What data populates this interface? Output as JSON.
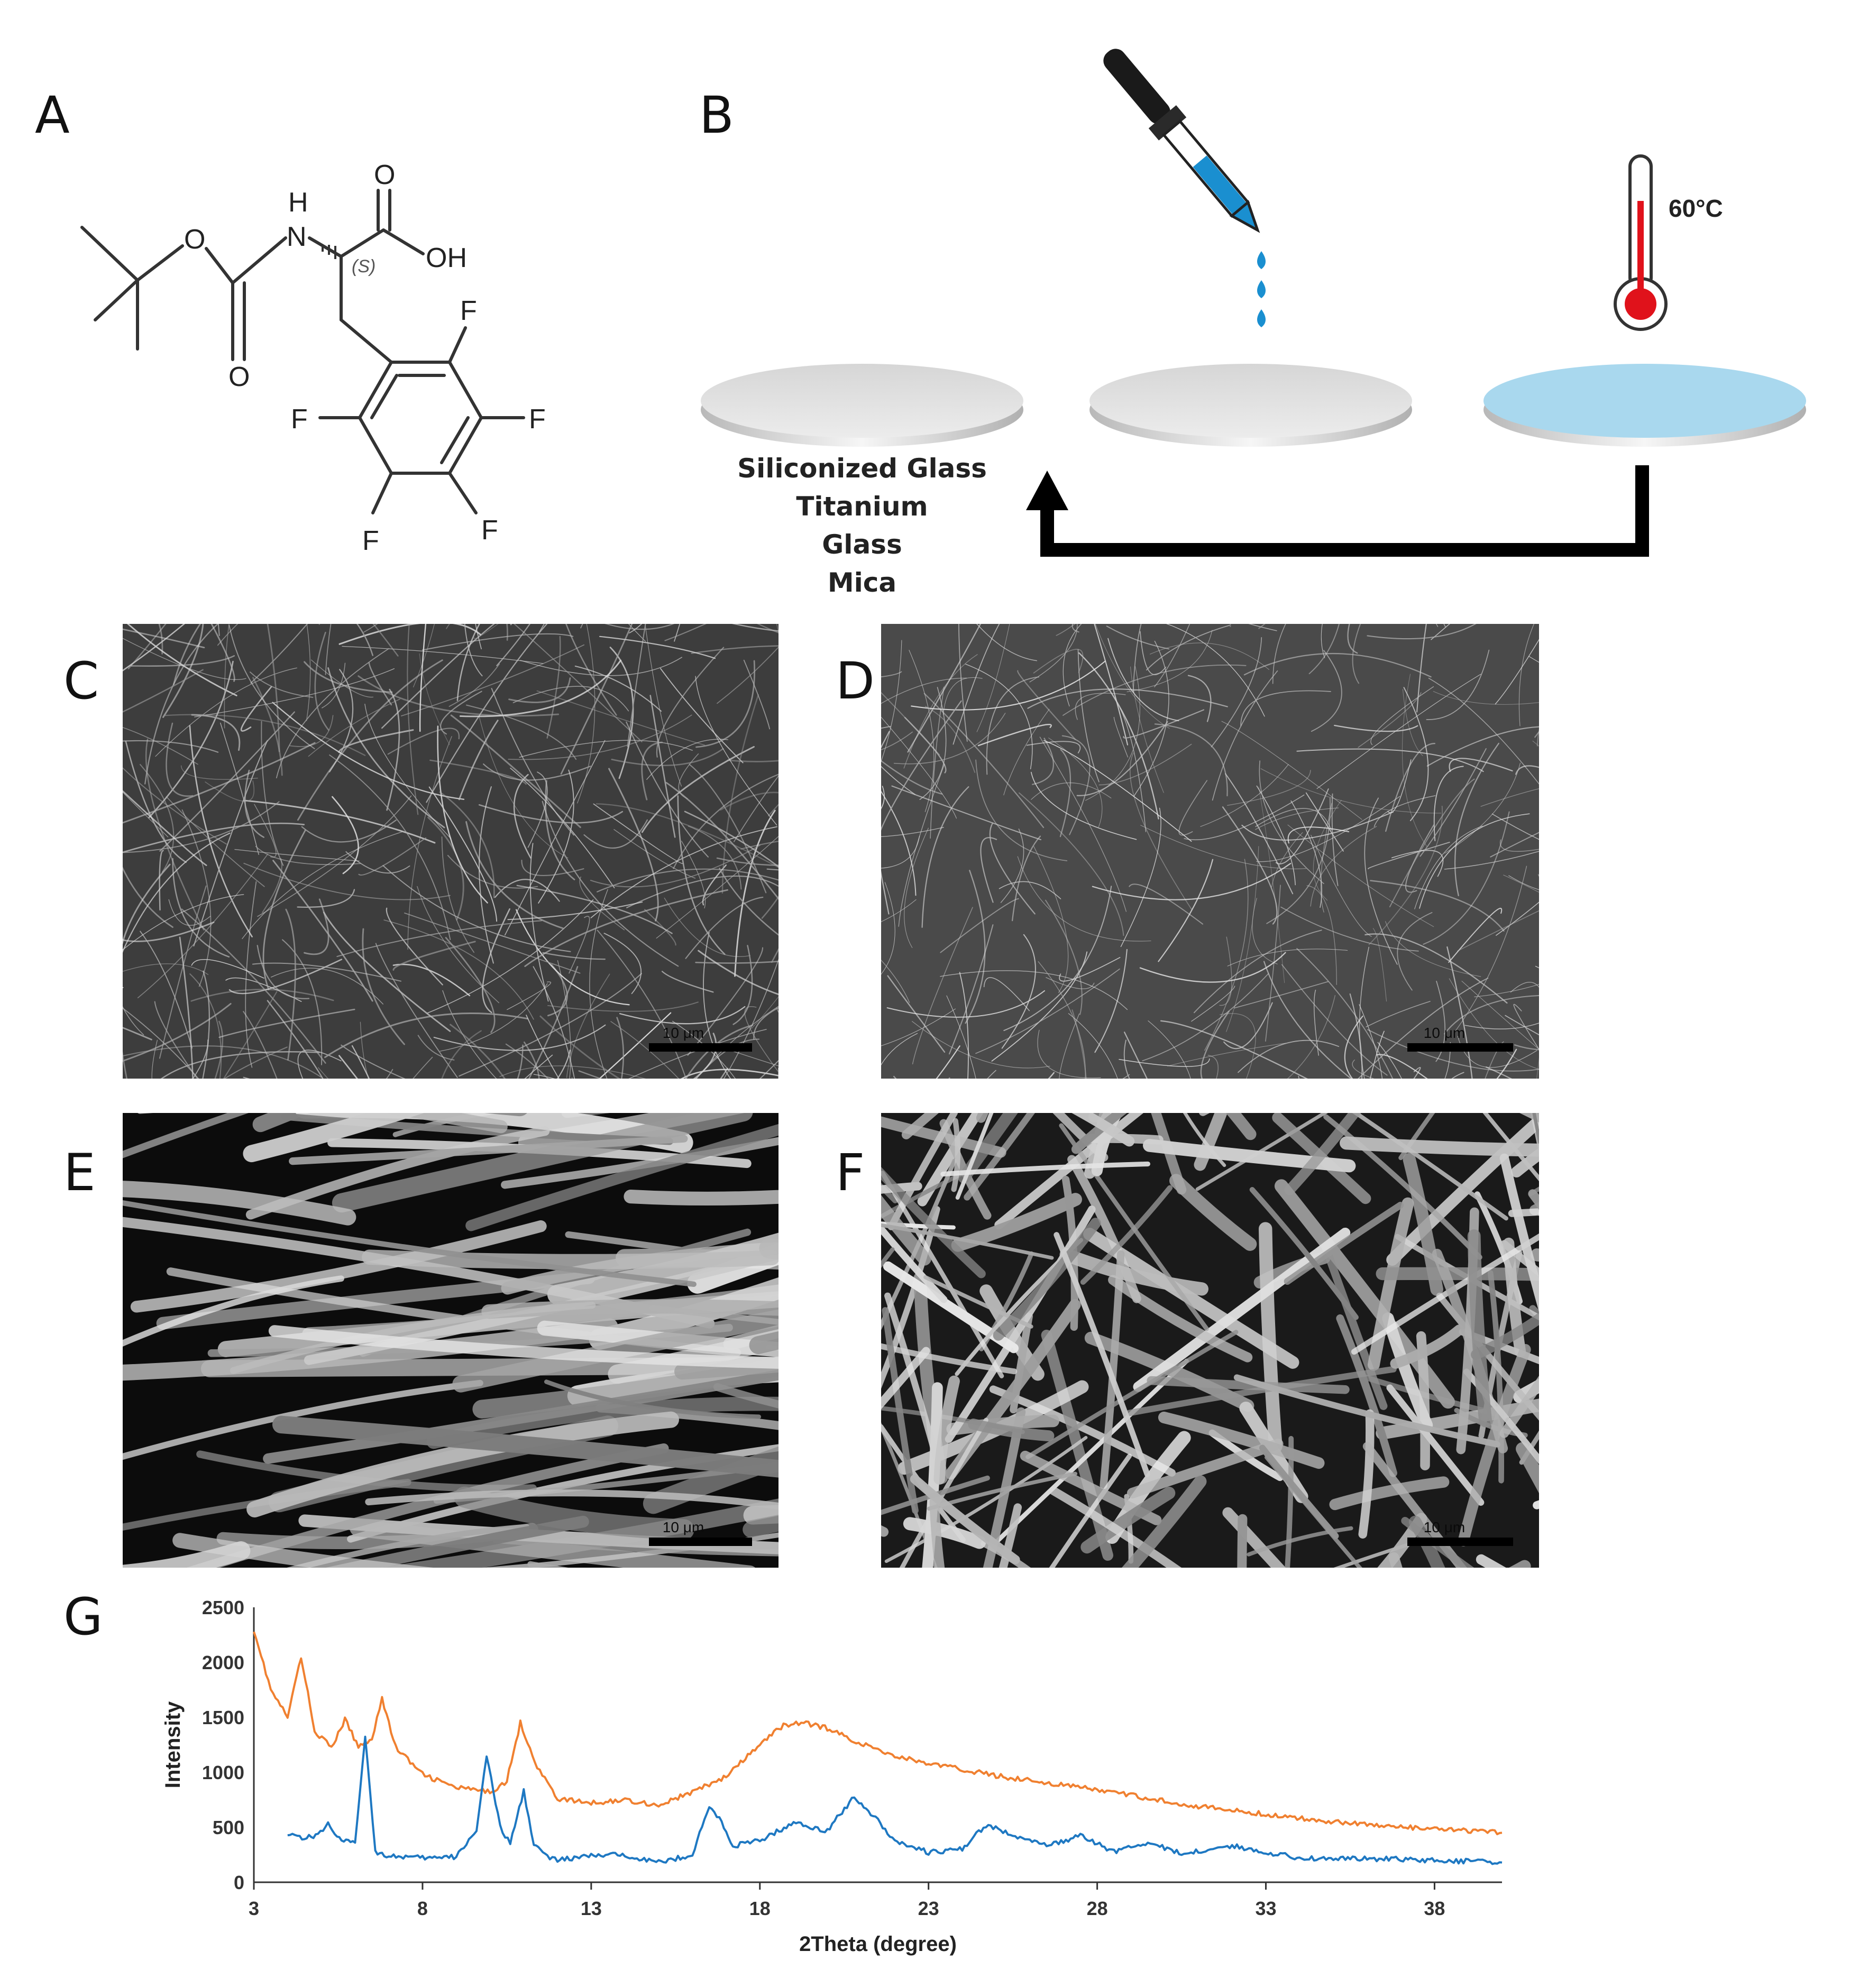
{
  "panels": {
    "A": {
      "letter": "A",
      "molecule_labels": {
        "carbonyl_o": "O",
        "carbamate_o": "O",
        "ether_o": "O",
        "nh_h": "H",
        "nh_n": "N",
        "oh": "OH",
        "stereo": "(S)",
        "f1": "F",
        "f2": "F",
        "f3": "F",
        "f4": "F",
        "f5": "F"
      }
    },
    "B": {
      "letter": "B",
      "temperature": "60°C",
      "substrates": [
        "Siliconized Glass",
        "Titanium",
        "Glass",
        "Mica"
      ],
      "colors": {
        "droplet": "#1a8fd0",
        "coated_substrate": "#a9d8ee",
        "thermometer_red": "#e0121b"
      }
    },
    "C": {
      "letter": "C",
      "scale_label": "10 μm"
    },
    "D": {
      "letter": "D",
      "scale_label": "10 μm"
    },
    "E": {
      "letter": "E",
      "scale_label": "10 μm"
    },
    "F": {
      "letter": "F",
      "scale_label": "10 μm"
    },
    "G": {
      "letter": "G"
    }
  },
  "chart_data": {
    "type": "line",
    "xlabel": "2Theta (degree)",
    "ylabel": "Intensity",
    "xlim": [
      3,
      40
    ],
    "ylim": [
      0,
      2500
    ],
    "xticks": [
      3,
      8,
      13,
      18,
      23,
      28,
      33,
      38
    ],
    "yticks": [
      0,
      500,
      1000,
      1500,
      2000,
      2500
    ],
    "grid": false,
    "legend": "none",
    "series": [
      {
        "color": "#f08030",
        "x": [
          3,
          3.5,
          4,
          4.4,
          4.8,
          5.3,
          5.7,
          6.1,
          6.5,
          6.8,
          7.2,
          8,
          9,
          10,
          10.5,
          10.9,
          11.4,
          12,
          13,
          14,
          15,
          16,
          17,
          18,
          18.7,
          19.3,
          20,
          21,
          22,
          23,
          25,
          28,
          31,
          34,
          37,
          40
        ],
        "y": [
          2300,
          1750,
          1500,
          2050,
          1380,
          1220,
          1480,
          1230,
          1310,
          1670,
          1230,
          980,
          860,
          820,
          920,
          1450,
          1050,
          760,
          720,
          750,
          700,
          820,
          960,
          1250,
          1430,
          1450,
          1400,
          1260,
          1150,
          1080,
          970,
          840,
          690,
          580,
          500,
          450
        ]
      },
      {
        "color": "#1e78c2",
        "x": [
          4,
          4.5,
          4.9,
          5.2,
          5.6,
          6,
          6.3,
          6.6,
          7,
          8,
          9,
          9.6,
          9.9,
          10.3,
          10.6,
          11,
          11.3,
          11.7,
          12,
          13,
          14,
          15,
          16,
          16.5,
          16.8,
          17.2,
          18,
          19,
          20,
          20.8,
          21.5,
          22,
          23,
          24,
          24.7,
          25.5,
          26.5,
          27.5,
          28.5,
          29.5,
          30.5,
          32,
          34,
          37,
          40
        ],
        "y": [
          450,
          400,
          430,
          530,
          380,
          350,
          1340,
          280,
          240,
          220,
          230,
          480,
          1150,
          500,
          350,
          830,
          350,
          230,
          200,
          240,
          250,
          180,
          250,
          690,
          580,
          330,
          380,
          540,
          470,
          780,
          560,
          380,
          270,
          300,
          520,
          430,
          330,
          420,
          280,
          360,
          260,
          330,
          220,
          210,
          180
        ]
      }
    ]
  }
}
